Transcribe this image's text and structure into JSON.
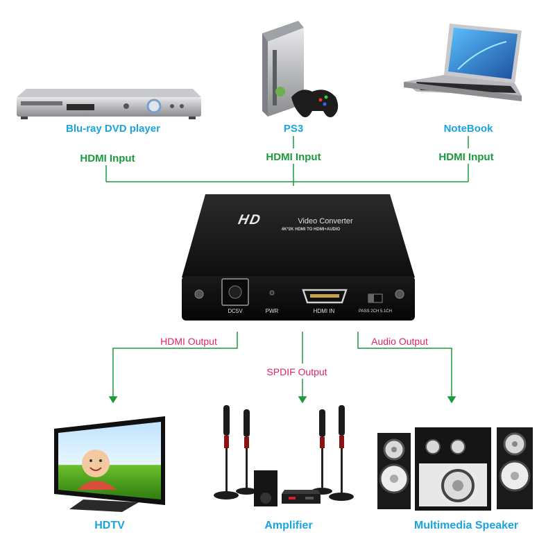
{
  "sources": [
    {
      "name": "Blu-ray DVD player",
      "input_label": "HDMI Input"
    },
    {
      "name": "PS3",
      "input_label": "HDMI Input"
    },
    {
      "name": "NoteBook",
      "input_label": "HDMI Input"
    }
  ],
  "device": {
    "brand_mark": "HD",
    "title": "Video Converter",
    "subtitle": "4K*2K HDMI TO HDMI+AUDIO",
    "ports": {
      "dc": "DC5V",
      "pwr": "PWR",
      "hdmi_in": "HDMI IN",
      "switch": "PASS 2CH 5.1CH"
    }
  },
  "outputs": [
    {
      "link_label": "HDMI Output",
      "name": "HDTV"
    },
    {
      "link_label": "SPDIF Output",
      "name": "Amplifier"
    },
    {
      "link_label": "Audio Output",
      "name": "Multimedia Speaker"
    }
  ],
  "colors": {
    "source_text": "#1aa3e0",
    "input_text": "#1a9a3a",
    "input_line": "#1a9a3a",
    "output_text": "#e0245e",
    "output_line": "#1a9a3a",
    "device_body": "#1c1c1c"
  }
}
